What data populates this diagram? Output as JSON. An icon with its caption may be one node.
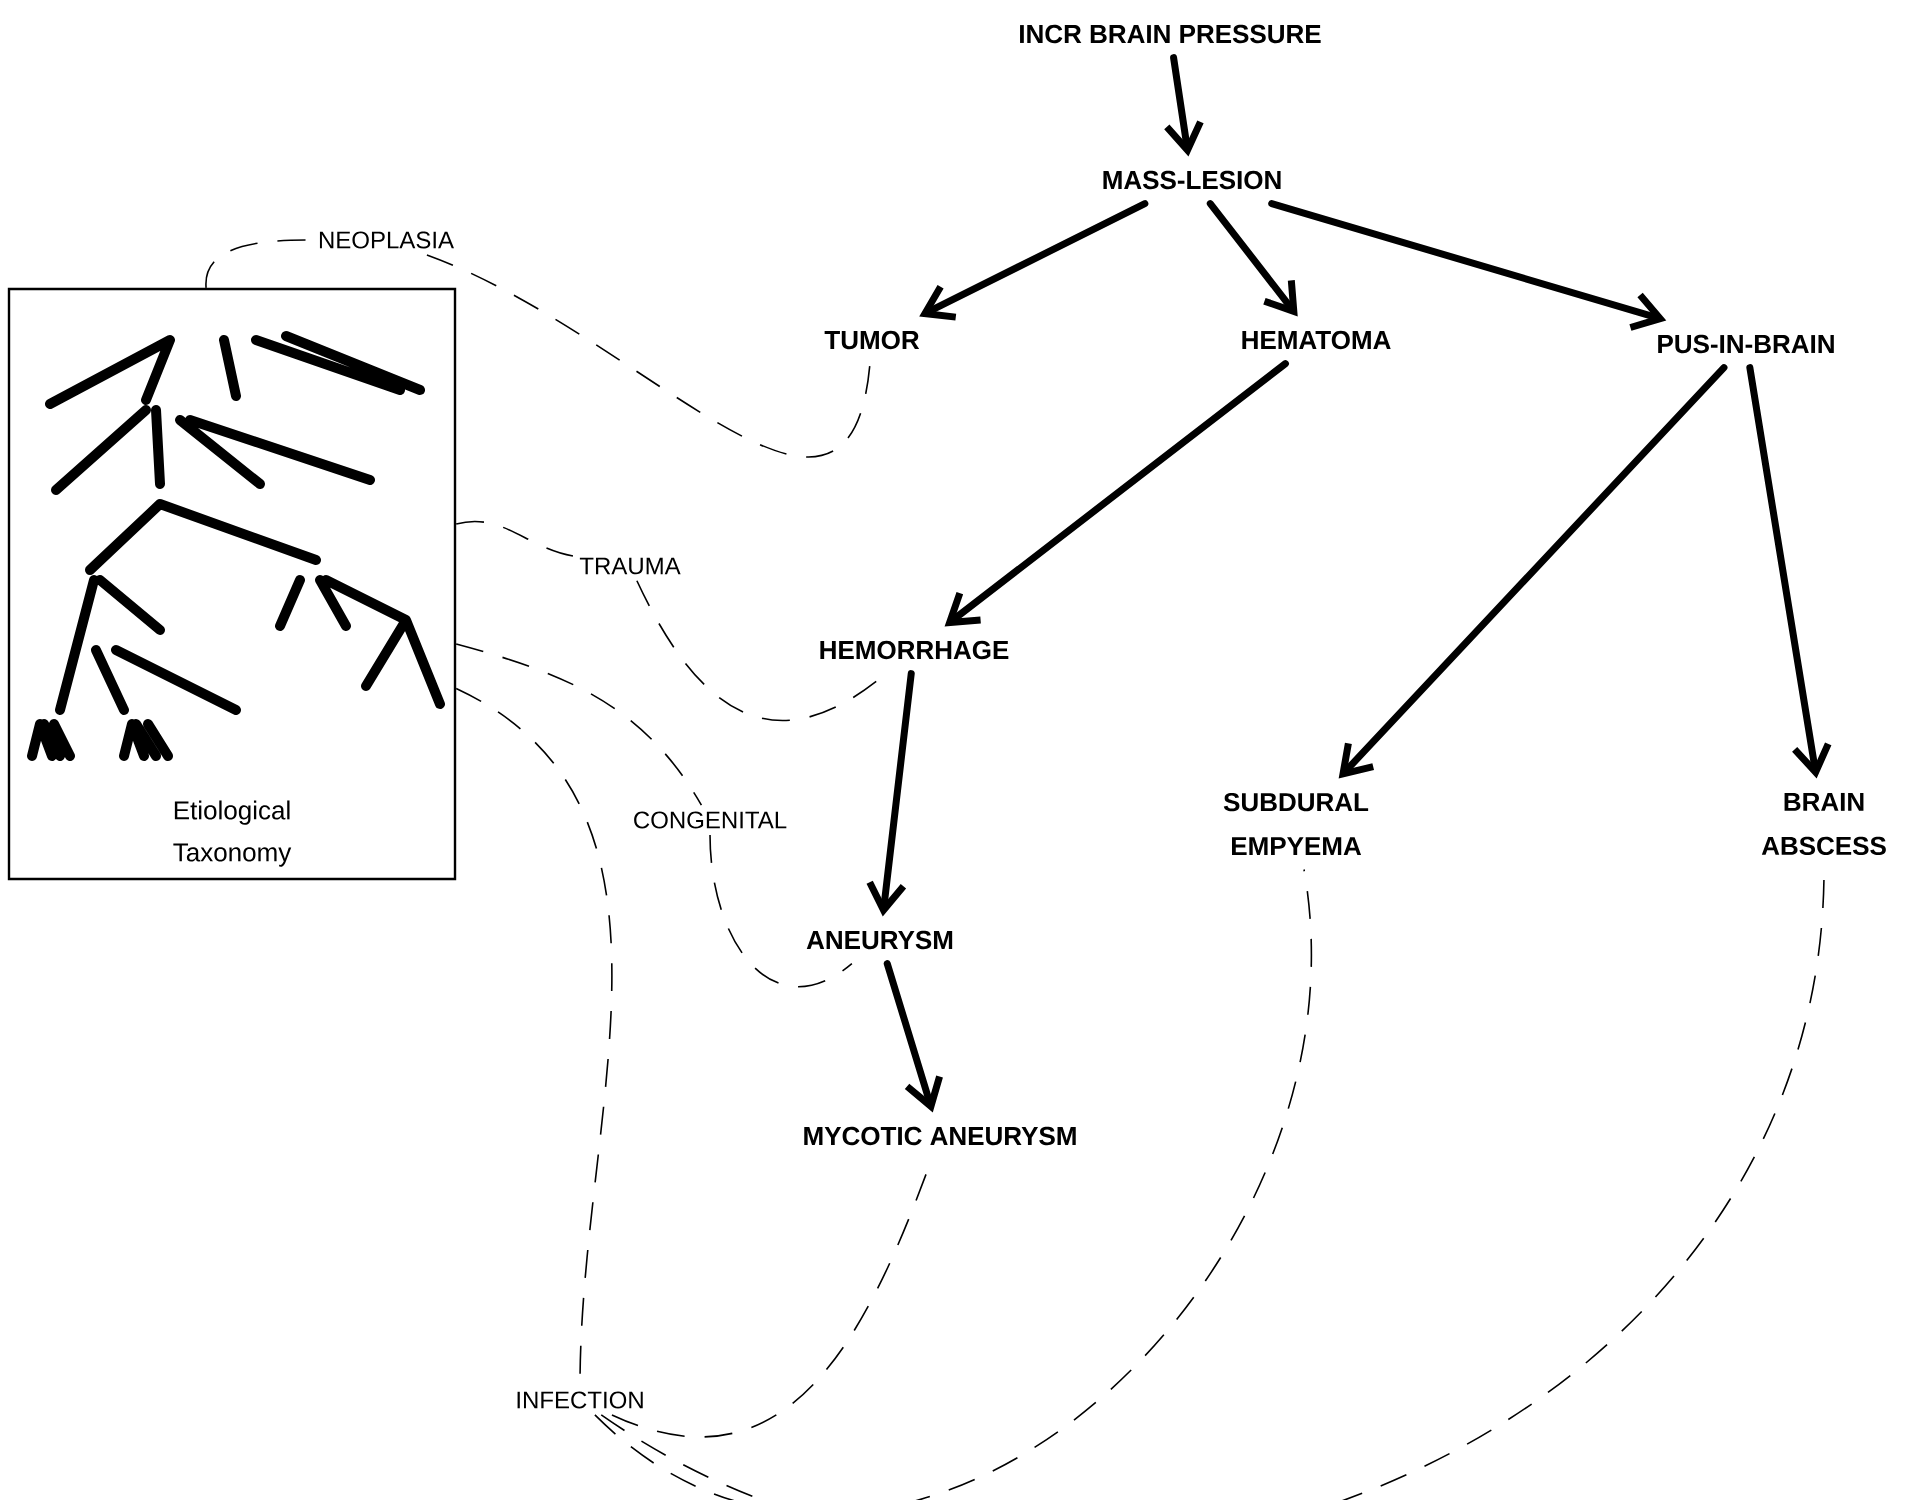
{
  "diagram": {
    "nodes": [
      {
        "text": [
          "INCR BRAIN PRESSURE"
        ]
      },
      {
        "text": [
          "MASS-LESION"
        ]
      },
      {
        "text": [
          "TUMOR"
        ]
      },
      {
        "text": [
          "HEMATOMA"
        ]
      },
      {
        "text": [
          "PUS-IN-BRAIN"
        ]
      },
      {
        "text": [
          "HEMORRHAGE"
        ]
      },
      {
        "text": [
          "SUBDURAL EMPYEMA"
        ]
      },
      {
        "text": [
          "BRAIN ABSCESS"
        ]
      },
      {
        "text": [
          "ANEURYSM"
        ]
      },
      {
        "text": [
          "MYCOTIC ANEURYSM"
        ]
      },
      {
        "text": [
          "Etiological Taxonomy"
        ]
      },
      {
        "text": [
          "NEOPLASIA"
        ]
      },
      {
        "text": [
          "TRAUMA"
        ]
      },
      {
        "text": [
          "CONGENITAL"
        ]
      },
      {
        "text": [
          "INFECTION"
        ]
      }
    ],
    "edges": [
      {
        "from": 0,
        "to": 1,
        "arrow": "to",
        "style": "thick"
      },
      {
        "from": 1,
        "to": 2,
        "arrow": "to",
        "style": "thick"
      },
      {
        "from": 1,
        "to": 3,
        "arrow": "to",
        "style": "thick"
      },
      {
        "from": 1,
        "to": 4,
        "arrow": "to",
        "style": "thick"
      },
      {
        "from": 3,
        "to": 5,
        "arrow": "to",
        "style": "thick"
      },
      {
        "from": 4,
        "to": 6,
        "arrow": "to",
        "style": "thick"
      },
      {
        "from": 4,
        "to": 7,
        "arrow": "to",
        "style": "thick"
      },
      {
        "from": 5,
        "to": 8,
        "arrow": "to",
        "style": "thick"
      },
      {
        "from": 8,
        "to": 9,
        "arrow": "to",
        "style": "thick"
      },
      {
        "from": 10,
        "to": 11,
        "arrow": "none",
        "style": "dashed"
      },
      {
        "from": 11,
        "to": 2,
        "arrow": "none",
        "style": "dashed"
      },
      {
        "from": 10,
        "to": 12,
        "arrow": "none",
        "style": "dashed"
      },
      {
        "from": 12,
        "to": 5,
        "arrow": "none",
        "style": "dashed"
      },
      {
        "from": 10,
        "to": 13,
        "arrow": "none",
        "style": "dashed"
      },
      {
        "from": 13,
        "to": 8,
        "arrow": "none",
        "style": "dashed"
      },
      {
        "from": 10,
        "to": 14,
        "arrow": "none",
        "style": "dashed"
      },
      {
        "from": 14,
        "to": 9,
        "arrow": "none",
        "style": "dashed"
      },
      {
        "from": 14,
        "to": 6,
        "arrow": "none",
        "style": "dashed"
      },
      {
        "from": 14,
        "to": 7,
        "arrow": "none",
        "style": "dashed"
      }
    ]
  }
}
